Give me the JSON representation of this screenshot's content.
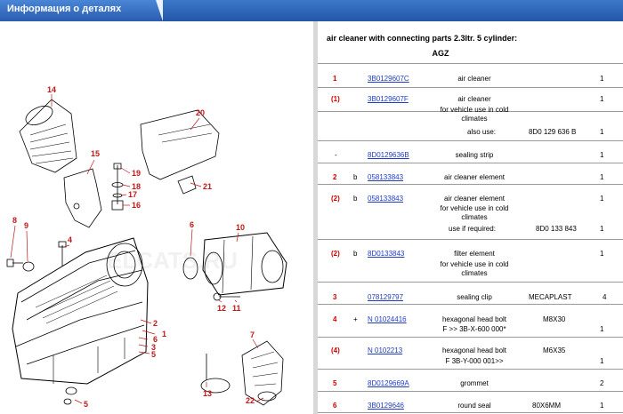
{
  "header": {
    "title": "Информация о деталях"
  },
  "diagram": {
    "callouts": [
      "14",
      "20",
      "15",
      "19",
      "18",
      "17",
      "16",
      "21",
      "8",
      "9",
      "4",
      "6",
      "10",
      "1",
      "2",
      "6",
      "3",
      "5",
      "12",
      "11",
      "7",
      "13",
      "5",
      "22"
    ],
    "watermark": "ELCATS.RU"
  },
  "parts": {
    "title": "air cleaner with connecting parts   2.3ltr.  5 cylinder:",
    "engine_code": "AGZ",
    "rows": [
      {
        "pos": "1",
        "mark": "",
        "part_no": "3B0129607C",
        "lines": [
          "air cleaner"
        ],
        "spec": "",
        "qty": "1"
      },
      {
        "pos": "(1)",
        "mark": "",
        "part_no": "3B0129607F",
        "lines": [
          "air cleaner",
          "for vehicle use in cold",
          "climates",
          "also use:"
        ],
        "spec": "8D0 129 636 B",
        "qty": "1",
        "qty2": "1"
      },
      {
        "pos": "-",
        "mark": "",
        "part_no": "8D0129636B",
        "lines": [
          "sealing strip"
        ],
        "spec": "",
        "qty": "1"
      },
      {
        "pos": "2",
        "mark": "b",
        "part_no": "058133843",
        "lines": [
          "air cleaner element"
        ],
        "spec": "",
        "qty": "1"
      },
      {
        "pos": "(2)",
        "mark": "b",
        "part_no": "058133843",
        "lines": [
          "air cleaner element",
          "for vehicle use in cold",
          "climates",
          "use if required:"
        ],
        "spec": "8D0 133 843",
        "qty": "1",
        "qty2": "1"
      },
      {
        "pos": "(2)",
        "mark": "b",
        "part_no": "8D0133843",
        "lines": [
          "filter element",
          "for vehicle use in cold",
          "climates"
        ],
        "spec": "",
        "qty": "1"
      },
      {
        "pos": "3",
        "mark": "",
        "part_no": "078129797",
        "lines": [
          "sealing clip"
        ],
        "spec": "MECAPLAST",
        "qty": "4"
      },
      {
        "pos": "4",
        "mark": "+",
        "part_no": "N 01024416",
        "lines": [
          "hexagonal head bolt",
          "F >> 3B-X-600 000*"
        ],
        "spec": "M8X30",
        "qty": "1"
      },
      {
        "pos": "(4)",
        "mark": "",
        "part_no": "N 0102213",
        "lines": [
          "hexagonal head bolt",
          "F 3B-Y-000 001>>"
        ],
        "spec": "M6X35",
        "qty": "1"
      },
      {
        "pos": "5",
        "mark": "",
        "part_no": "8D0129669A",
        "lines": [
          "grommet"
        ],
        "spec": "",
        "qty": "2"
      },
      {
        "pos": "6",
        "mark": "",
        "part_no": "3B0129646",
        "lines": [
          "round seal"
        ],
        "spec": "80X6MM",
        "qty": "1"
      }
    ]
  }
}
